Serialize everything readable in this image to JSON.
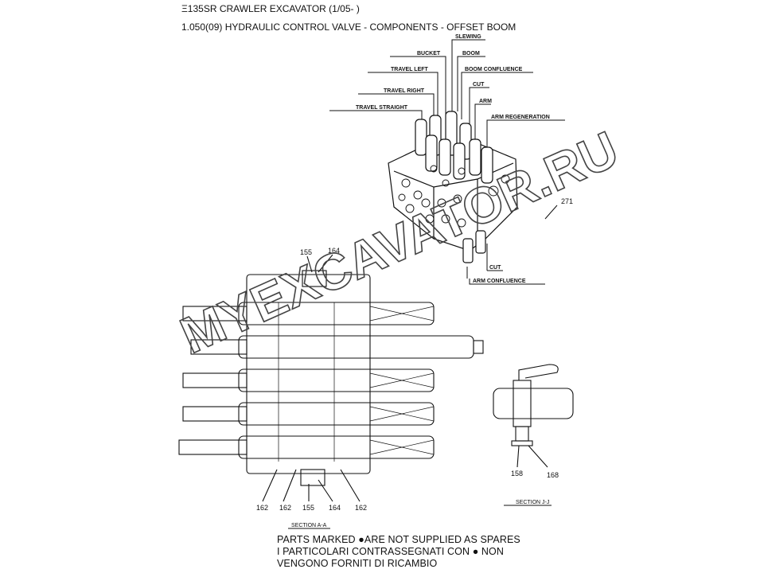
{
  "header": {
    "machine": "Ξ135SR CRAWLER EXCAVATOR (1/05- )",
    "section": "1.050(09) HYDRAULIC CONTROL VALVE - COMPONENTS - OFFSET BOOM"
  },
  "valve_labels": {
    "slewing": "SLEWING",
    "bucket": "BUCKET",
    "boom": "BOOM",
    "travel_left": "TRAVEL LEFT",
    "boom_confluence": "BOOM CONFLUENCE",
    "cut_top": "CUT",
    "travel_right": "TRAVEL RIGHT",
    "arm": "ARM",
    "travel_straight": "TRAVEL STRAIGHT",
    "arm_regeneration": "ARM REGENERATION",
    "cut_bottom": "CUT",
    "arm_confluence": "ARM CONFLUENCE",
    "part_271": "271"
  },
  "section_aa": {
    "title": "SECTION  A-A",
    "top_parts": [
      "155",
      "164"
    ],
    "bottom_parts": [
      "162",
      "162",
      "155",
      "164",
      "162"
    ]
  },
  "section_jj": {
    "title": "SECTION  J-J",
    "parts": [
      "158",
      "168"
    ]
  },
  "notes": [
    "PARTS MARKED ●ARE NOT SUPPLIED AS SPARES",
    "I  PARTICOLARI  CONTRASSEGNATI  CON  ●  NON",
    "VENGONO FORNITI DI RICAMBIO"
  ],
  "watermark": "MYEXCAVATOR.RU"
}
